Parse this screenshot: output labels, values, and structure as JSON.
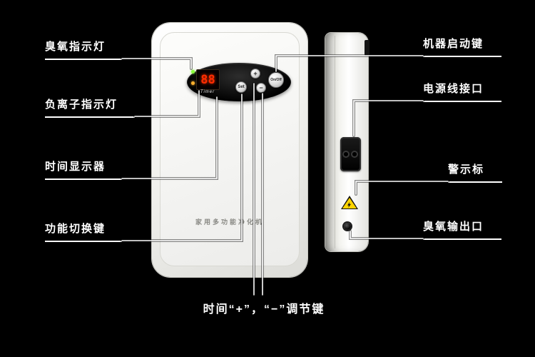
{
  "page": {
    "background": "#000000",
    "line_color": "#ffffff"
  },
  "labels": {
    "left": [
      {
        "text": "臭氧指示灯"
      },
      {
        "text": "负离子指示灯"
      },
      {
        "text": "时间显示器"
      },
      {
        "text": "功能切换键"
      }
    ],
    "right": [
      {
        "text": "机器启动键"
      },
      {
        "text": "电源线接口"
      },
      {
        "text": "警示标"
      },
      {
        "text": "臭氧输出口"
      }
    ],
    "bottom": {
      "text": "时间“+”，“−”调节键"
    }
  },
  "device": {
    "brand_text": "家用多功能净化机",
    "display": {
      "value": "88",
      "caption": "Timer"
    },
    "buttons": {
      "set": "Set",
      "plus": "+",
      "minus": "−",
      "power": "On/Off"
    },
    "indicators": [
      {
        "name": "ozone-indicator",
        "color": "#8bff3a"
      },
      {
        "name": "anion-indicator",
        "color": "#ffb02e"
      }
    ]
  },
  "colors": {
    "digit": "#ff2d00",
    "warning": "#ffd400",
    "device_body": "#f2f2ee"
  }
}
